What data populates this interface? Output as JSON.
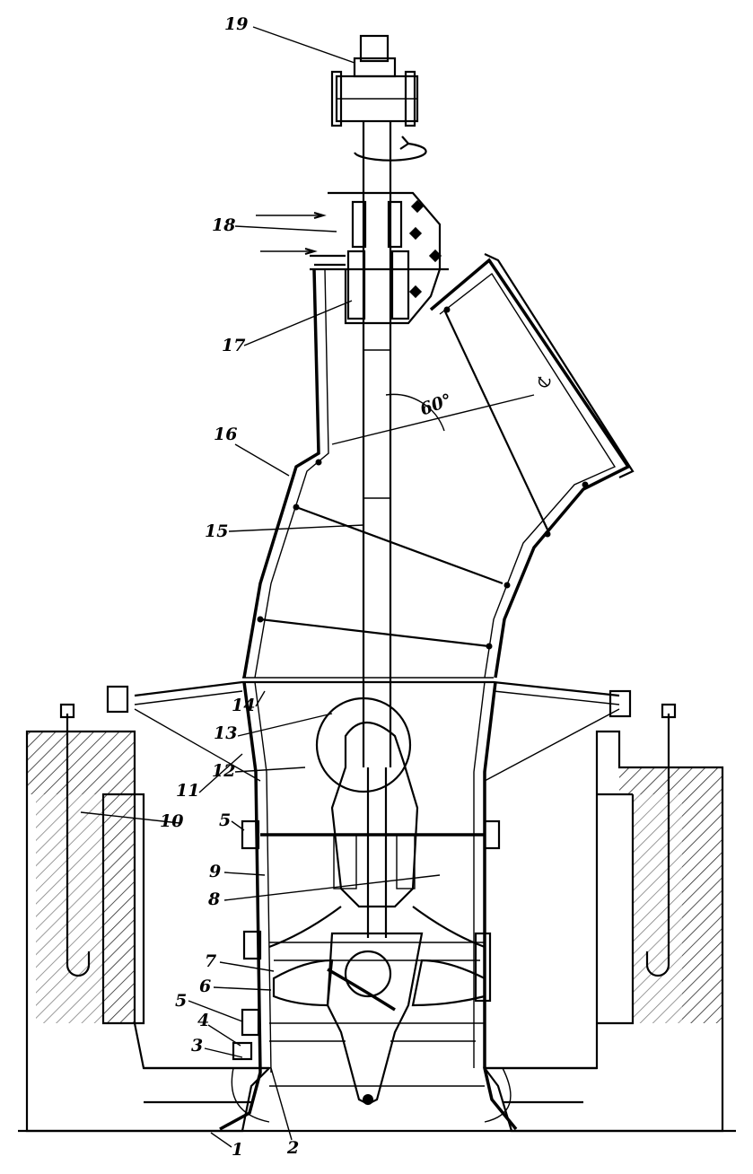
{
  "diagram": {
    "type": "cross-section drawing of a vertical axial-flow pump",
    "callouts": [
      "1",
      "2",
      "3",
      "4",
      "5",
      "6",
      "7",
      "8",
      "9",
      "10",
      "11",
      "12",
      "13",
      "14",
      "15",
      "16",
      "17",
      "18",
      "19",
      "5"
    ],
    "angle_label": "60°"
  }
}
